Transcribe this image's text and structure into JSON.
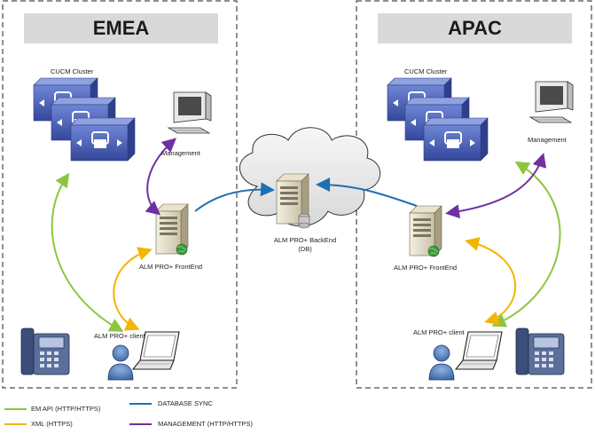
{
  "regions": {
    "left_title": "EMEA",
    "right_title": "APAC"
  },
  "labels": {
    "cucm_left": "CUCM Cluster",
    "cucm_right": "CUCM Cluster",
    "management_left": "Management",
    "management_right": "Management",
    "frontend_left": "ALM PRO+ FrontEnd",
    "frontend_right": "ALM PRO+ FrontEnd",
    "backend_line1": "ALM PRO+ BackEnd",
    "backend_line2": "(DB)",
    "client_left": "ALM PRO+ client",
    "client_right": "ALM PRO+ client"
  },
  "legend": {
    "em_api": "EM API (HTTP/HTTPS)",
    "xml": "XML (HTTPS)",
    "db_sync": "DATABASE SYNC",
    "management": "MANAGEMENT (HTTP/HTTPS)"
  },
  "colors": {
    "green": "#8cc63f",
    "yellow": "#f5b400",
    "blue": "#1f6fb2",
    "purple": "#7030a0",
    "region_header": "#d9d9d9",
    "cucm": "#4a63b8"
  }
}
